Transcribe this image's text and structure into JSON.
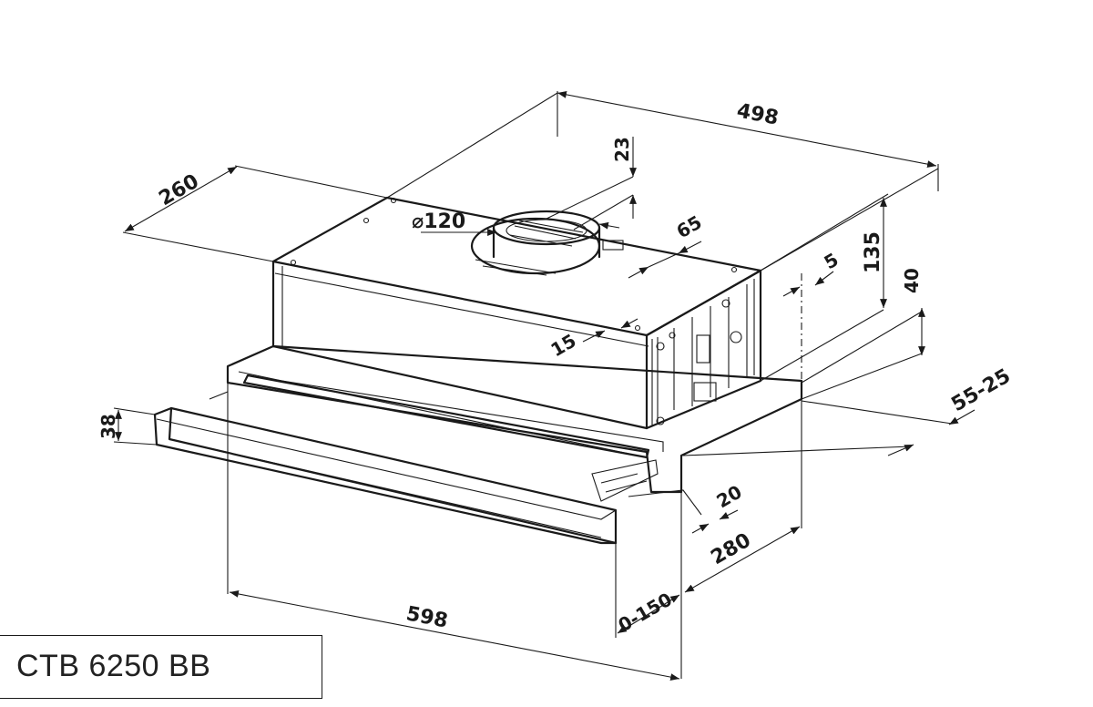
{
  "model": "CTB 6250 BB",
  "dimensions": {
    "top_width": "498",
    "depth": "260",
    "duct_offset": "23",
    "duct_diameter": "⌀120",
    "duct_side": "65",
    "height": "135",
    "side_gap": "5",
    "front_height": "40",
    "side_offset": "15",
    "extension": "55-25",
    "visor_height": "38",
    "visor_offset": "20",
    "body_depth": "280",
    "width": "598",
    "travel": "0-150"
  }
}
